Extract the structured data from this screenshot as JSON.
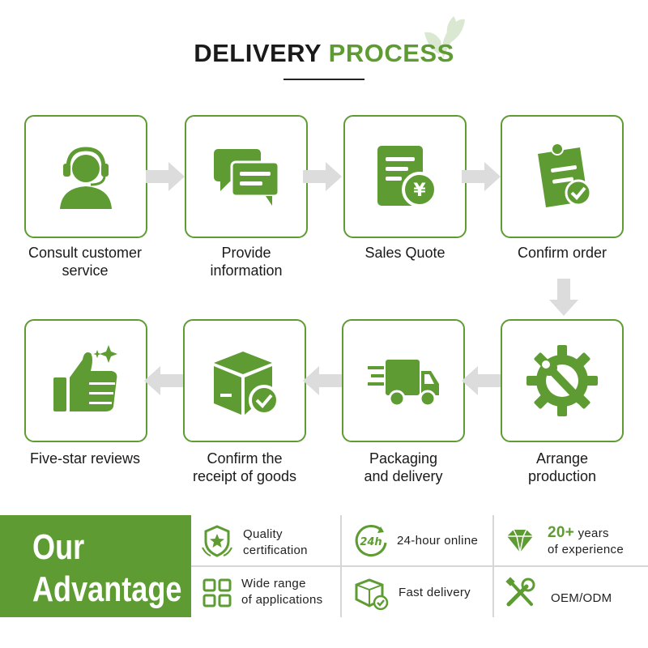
{
  "header": {
    "title_part1": "DELIVERY",
    "title_part2": "PROCESS"
  },
  "steps": [
    {
      "label_line1": "Consult customer",
      "label_line2": "service",
      "icon": "customer-service-headset-icon"
    },
    {
      "label_line1": "Provide",
      "label_line2": "information",
      "icon": "chat-bubbles-icon"
    },
    {
      "label_line1": "Sales Quote",
      "label_line2": "",
      "icon": "yuan-quote-document-icon"
    },
    {
      "label_line1": "Confirm order",
      "label_line2": "",
      "icon": "clipboard-check-icon"
    },
    {
      "label_line1": "Arrange",
      "label_line2": "production",
      "icon": "gear-wrench-icon"
    },
    {
      "label_line1": "Packaging",
      "label_line2": "and delivery",
      "icon": "delivery-truck-icon"
    },
    {
      "label_line1": "Confirm the",
      "label_line2": "receipt of goods",
      "icon": "box-check-icon"
    },
    {
      "label_line1": "Five-star reviews",
      "label_line2": "",
      "icon": "thumbs-up-icon"
    }
  ],
  "advantage": {
    "title_line1": "Our",
    "title_line2": "Advantage",
    "items": [
      {
        "line1": "Quality",
        "line2": "certification",
        "icon": "shield-star-icon"
      },
      {
        "line1": "24-hour online",
        "line2": "",
        "icon": "24h-clock-icon",
        "badge": "24h"
      },
      {
        "line1_big": "20+",
        "line1_rest": " years",
        "line2": "of experience",
        "icon": "diamond-icon"
      },
      {
        "line1": "Wide range",
        "line2": "of applications",
        "icon": "grid-squares-icon"
      },
      {
        "line1": "Fast delivery",
        "line2": "",
        "icon": "package-check-icon"
      },
      {
        "line1": "OEM/ODM",
        "line2": "",
        "icon": "tools-icon"
      }
    ]
  },
  "colors": {
    "accent": "#5e9c33",
    "arrow": "#dcdcdc",
    "text": "#1a1a1a"
  }
}
